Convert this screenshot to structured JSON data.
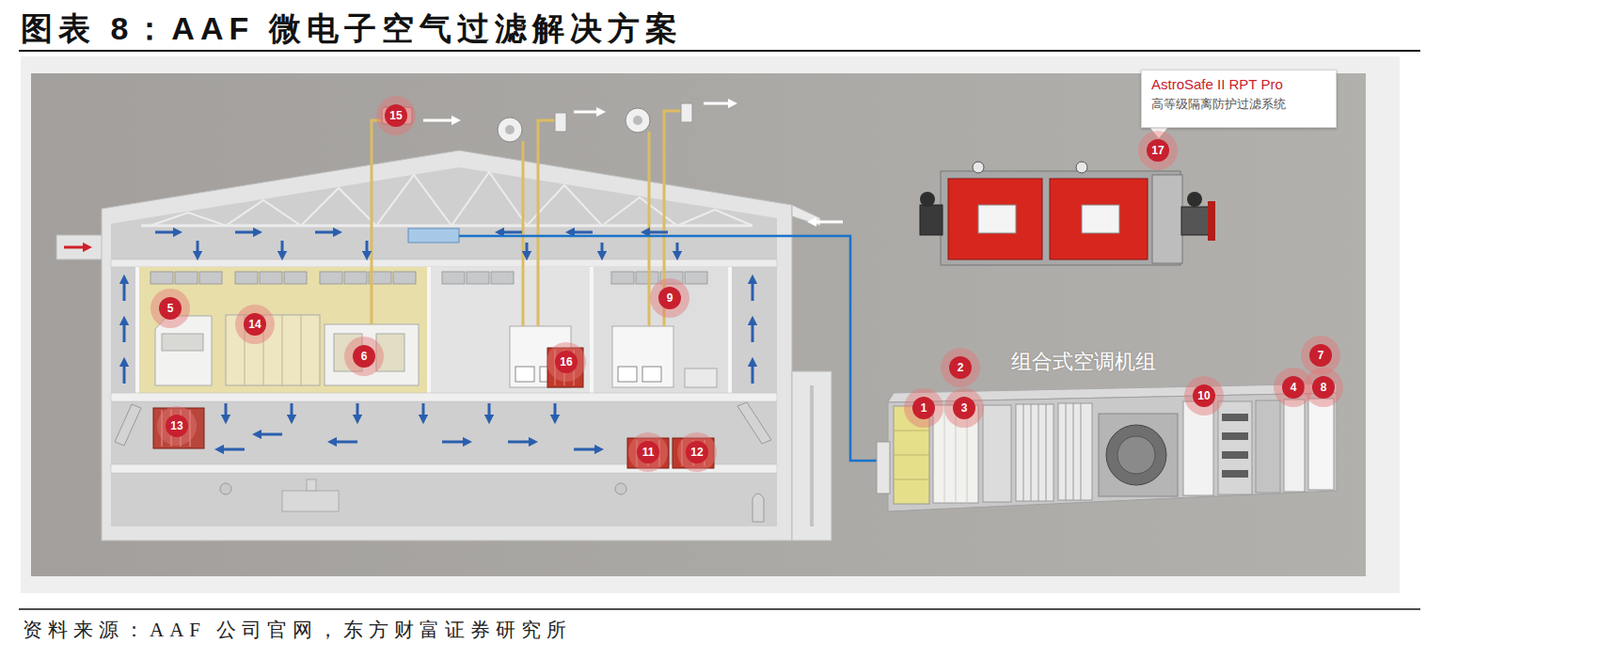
{
  "diagram": {
    "title": "图表 8：AAF 微电子空气过滤解决方案",
    "caption": "资料来源：AAF 公司官网，东方财富证券研究所",
    "nodes": [
      {
        "text": [
          "AstroSafe II RPT Pro",
          "高等级隔离防护过滤系统"
        ]
      },
      {
        "text": [
          "组合式空调机组"
        ]
      }
    ],
    "labels": [
      "15",
      "17",
      "5",
      "14",
      "9",
      "6",
      "2",
      "16",
      "7",
      "1",
      "3",
      "10",
      "4",
      "8",
      "13",
      "11",
      "12"
    ]
  }
}
